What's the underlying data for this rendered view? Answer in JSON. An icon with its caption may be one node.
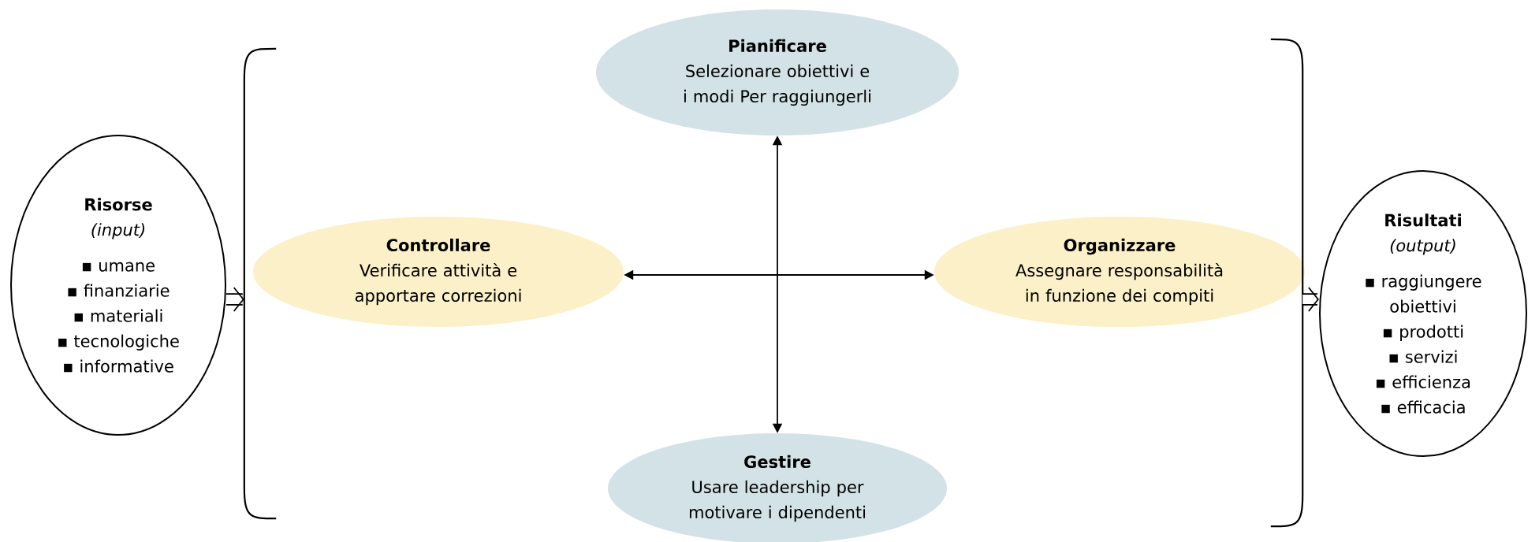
{
  "diagram": {
    "nodes": [
      {
        "text": [
          "Pianificare",
          "Selezionare obiettivi e i modi Per raggiungerli"
        ]
      },
      {
        "text": [
          "Risorse",
          "(input)",
          "▪ umane",
          "▪ finanziarie",
          "▪ materiali",
          "▪ tecnologiche",
          "▪ informative"
        ]
      },
      {
        "text": [],
        "shape": "bracket"
      },
      {
        "text": [
          "Controllare",
          "Verificare attività e apportare correzioni"
        ]
      },
      {
        "text": [
          "Organizzare",
          "Assegnare responsabilità in funzione dei compiti"
        ]
      },
      {
        "text": [],
        "shape": "bracket"
      },
      {
        "text": [
          "Risultati",
          "(output)",
          "▪ raggiungere obiettivi",
          "▪ prodotti",
          "▪ servizi",
          "▪ efficienza",
          "▪ efficacia"
        ]
      },
      {
        "text": [
          "Gestire",
          "Usare leadership per motivare i dipendenti"
        ]
      }
    ],
    "edges": [
      {
        "from": 3,
        "to": 4,
        "arrow": "both"
      },
      {
        "from": 0,
        "to": 7,
        "arrow": "both"
      },
      {
        "from": 1,
        "to": 2,
        "arrow": "to"
      },
      {
        "from": 5,
        "to": 6,
        "arrow": "to"
      }
    ]
  }
}
